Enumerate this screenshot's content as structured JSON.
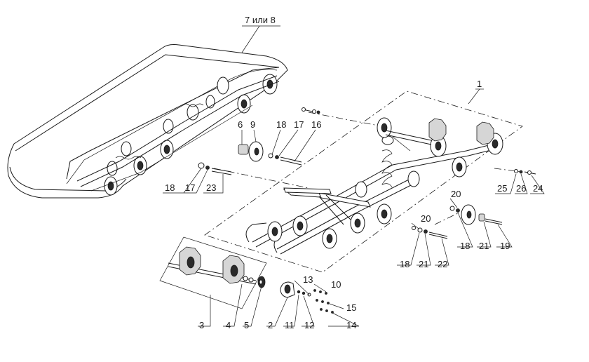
{
  "callouts": [
    {
      "id": "c78",
      "text": "7 или 8"
    },
    {
      "id": "c1",
      "text": "1"
    },
    {
      "id": "c6",
      "text": "6"
    },
    {
      "id": "c9",
      "text": "9"
    },
    {
      "id": "c18a",
      "text": "18"
    },
    {
      "id": "c17a",
      "text": "17"
    },
    {
      "id": "c16",
      "text": "16"
    },
    {
      "id": "c18b",
      "text": "18"
    },
    {
      "id": "c17b",
      "text": "17"
    },
    {
      "id": "c23",
      "text": "23"
    },
    {
      "id": "c25",
      "text": "25"
    },
    {
      "id": "c26",
      "text": "26"
    },
    {
      "id": "c24",
      "text": "24"
    },
    {
      "id": "c20a",
      "text": "20"
    },
    {
      "id": "c20b",
      "text": "20"
    },
    {
      "id": "c18c",
      "text": "18"
    },
    {
      "id": "c21a",
      "text": "21"
    },
    {
      "id": "c19",
      "text": "19"
    },
    {
      "id": "c18d",
      "text": "18"
    },
    {
      "id": "c21b",
      "text": "21"
    },
    {
      "id": "c22",
      "text": "22"
    },
    {
      "id": "c13",
      "text": "13"
    },
    {
      "id": "c10",
      "text": "10"
    },
    {
      "id": "c15",
      "text": "15"
    },
    {
      "id": "c3",
      "text": "3"
    },
    {
      "id": "c4",
      "text": "4"
    },
    {
      "id": "c5",
      "text": "5"
    },
    {
      "id": "c2",
      "text": "2"
    },
    {
      "id": "c11",
      "text": "11"
    },
    {
      "id": "c12",
      "text": "12"
    },
    {
      "id": "c14",
      "text": "14"
    }
  ]
}
